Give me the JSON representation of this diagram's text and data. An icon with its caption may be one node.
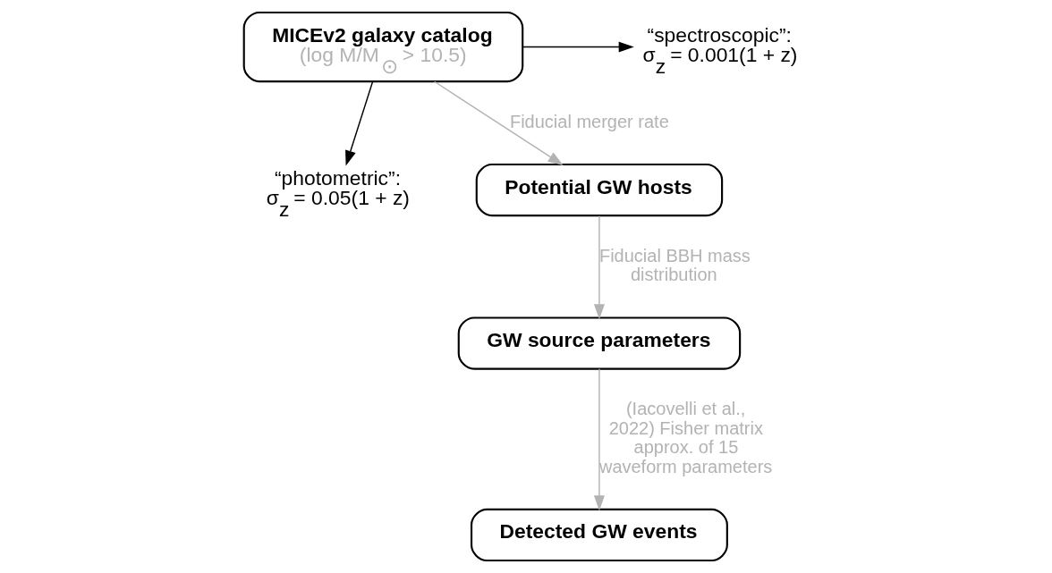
{
  "diagram": {
    "nodes": [
      {
        "text": [
          "MICEv2 galaxy catalog",
          "(log M/M$_{⊙}$ > 10.5)"
        ]
      },
      {
        "text": [
          "“spectroscopic”:",
          "σ$_{z}$ = 0.001(1 + z)"
        ]
      },
      {
        "text": [
          "“photometric”:",
          "σ$_{z}$ = 0.05(1 + z)"
        ]
      },
      {
        "text": [
          "Potential GW hosts"
        ]
      },
      {
        "text": [
          "GW source parameters"
        ]
      },
      {
        "text": [
          "Detected GW events"
        ]
      }
    ],
    "edges": [
      {
        "from": 0,
        "to": 1,
        "arrow": "to",
        "color": "#000000"
      },
      {
        "from": 0,
        "to": 2,
        "arrow": "to",
        "color": "#000000"
      },
      {
        "from": 0,
        "to": 3,
        "arrow": "to",
        "label": "Fiducial merger rate"
      },
      {
        "from": 3,
        "to": 4,
        "arrow": "to",
        "label": "Fiducial BBH mass distribution"
      },
      {
        "from": 4,
        "to": 5,
        "arrow": "to",
        "label": "(Iacovelli et al., 2022) Fisher matrix approx. of 15 waveform parameters"
      }
    ]
  }
}
